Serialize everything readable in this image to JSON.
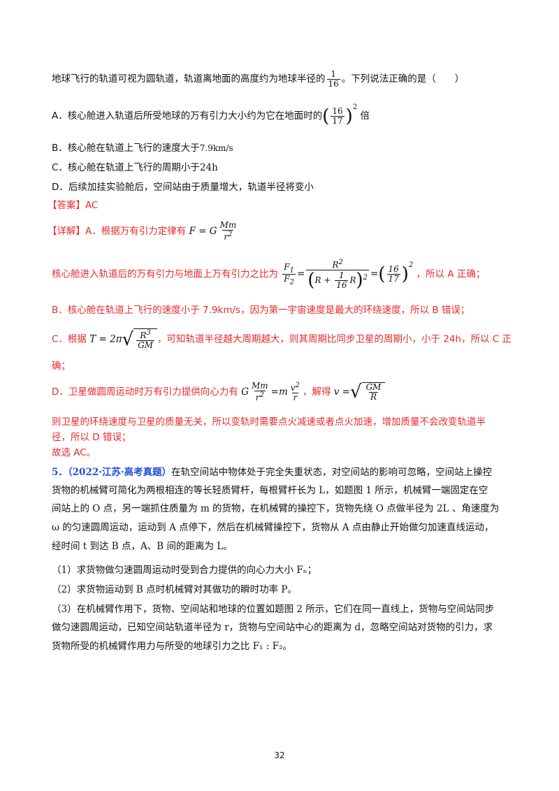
{
  "intro": {
    "text_before": "地球飞行的轨道可视为圆轨道，轨道离地面的高度约为地球半径的",
    "frac_num": "1",
    "frac_den": "16",
    "text_after": "。下列说法正确的是（　　）"
  },
  "options": {
    "a_before": "A．核心舱进入轨道后所受地球的万有引力大小约为它在地面时的",
    "a_num": "16",
    "a_den": "17",
    "a_exp": "2",
    "a_after": "倍",
    "b_text": "B．核心舱在轨道上飞行的速度大于",
    "b_val": "7.9km/s",
    "c_text": "C．核心舱在轨道上飞行的周期小于",
    "c_val": "24h",
    "d_text": "D．后续加挂实验舱后，空间站由于质量增大，轨道半径将变小"
  },
  "answer": {
    "label": "【答案】",
    "value": "AC"
  },
  "detail": {
    "label": "【详解】",
    "line1": "A．根据万有引力定律有",
    "line2": "核心舱进入轨道后的万有引力与地面上万有引力之比为",
    "line2_after": "，所以 A 正确；",
    "line3": "B．核心舱在轨道上飞行的速度小于 7.9km/s，因为第一宇宙速度是最大的环绕速度，所以 B 错误；",
    "line4_before": "C．根据",
    "line4_after": "，可知轨道半径越大周期越大，则其周期比同步卫星的周期小，小于 24h，所以 C 正",
    "line5": "确；",
    "line6_before": "D．卫星做圆周运动时万有引力提供向心力有",
    "line6_mid": "，解得",
    "line7": "则卫星的环绕速度与卫星的质量无关，所以变轨时需要点火减速或者点火加速，增加质量不会改变轨道半",
    "line8": "径，所以 D 错误；",
    "line9": "故选 AC。"
  },
  "q5": {
    "number": "5．",
    "source": "（2022·江苏·高考真题）",
    "l1": "在轨空间站中物体处于完全失重状态，对空间站的影响可忽略，空间站上操控",
    "l2": "货物的机械臂可简化为两根相连的等长轻质臂杆，每根臂杆长为 L，如题图 1 所示，机械臂一端固定在空",
    "l3": "间站上的 O 点，另一端抓住质量为 m 的货物，在机械臂的操控下，货物先绕 O 点做半径为 2L 、角速度为",
    "l4": "ω 的匀速圆周运动，运动到 A 点停下，然后在机械臂操控下，货物从 A 点由静止开始做匀加速直线运动，",
    "l5": "经时间 t 到达 B 点，A、B 间的距离为 L。",
    "p1": "（1）求货物做匀速圆周运动时受到合力提供的向心力大小 Fₙ；",
    "p2": "（2）求货物运动到 B 点时机械臂对其做功的瞬时功率 P。",
    "p3a": "（3）在机械臂作用下，货物、空间站和地球的位置如题图 2 所示，它们在同一直线上，货物与空间站同步",
    "p3b": "做匀速圆周运动，已知空间站轨道半径为 r，货物与空间站中心的距离为 d，忽略空间站对货物的引力，求",
    "p3c": "货物所受的机械臂作用力与所受的地球引力之比 F₁ : F₂。"
  },
  "page_number": "32"
}
